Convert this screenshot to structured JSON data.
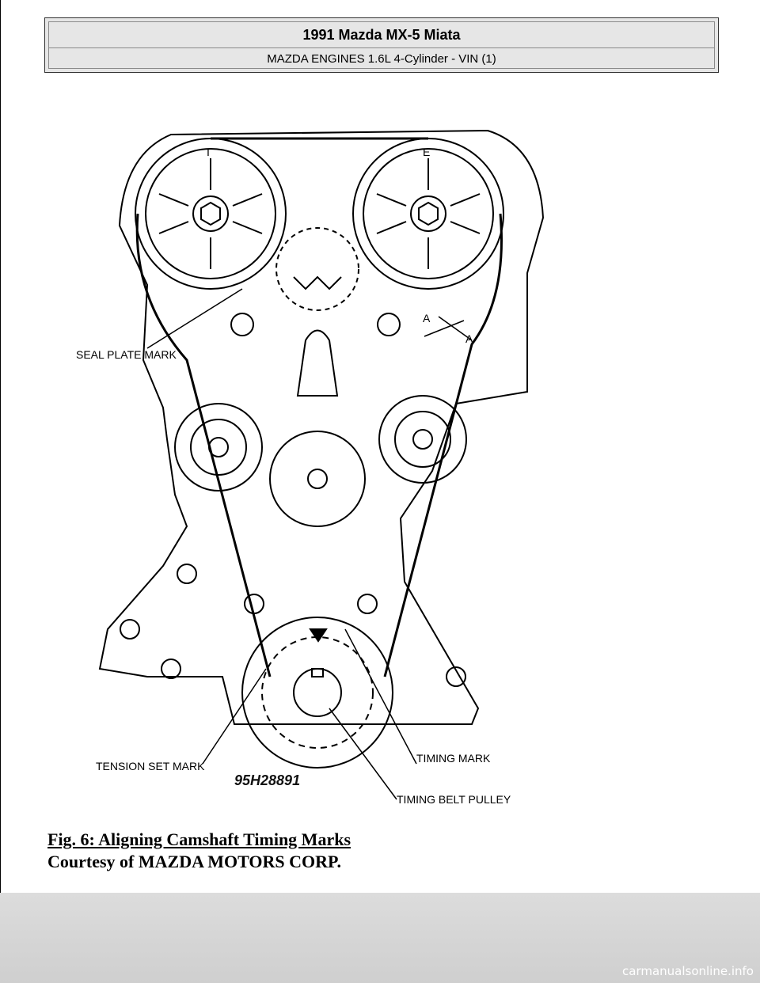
{
  "header": {
    "title": "1991 Mazda MX-5 Miata",
    "subtitle": "MAZDA ENGINES 1.6L 4-Cylinder - VIN (1)"
  },
  "figure": {
    "callouts": {
      "seal_plate_mark": "SEAL PLATE MARK",
      "tension_set_mark": "TENSION SET MARK",
      "timing_mark": "TIMING MARK",
      "timing_belt_pulley": "TIMING BELT PULLEY",
      "cam_mark_i": "I",
      "cam_mark_e": "E",
      "mark_a": "A"
    },
    "figure_code": "95H28891"
  },
  "caption": {
    "title": "Fig. 6: Aligning Camshaft Timing Marks",
    "credit": "Courtesy of MAZDA MOTORS CORP."
  },
  "footer": {
    "watermark": "carmanualsonline.info"
  }
}
